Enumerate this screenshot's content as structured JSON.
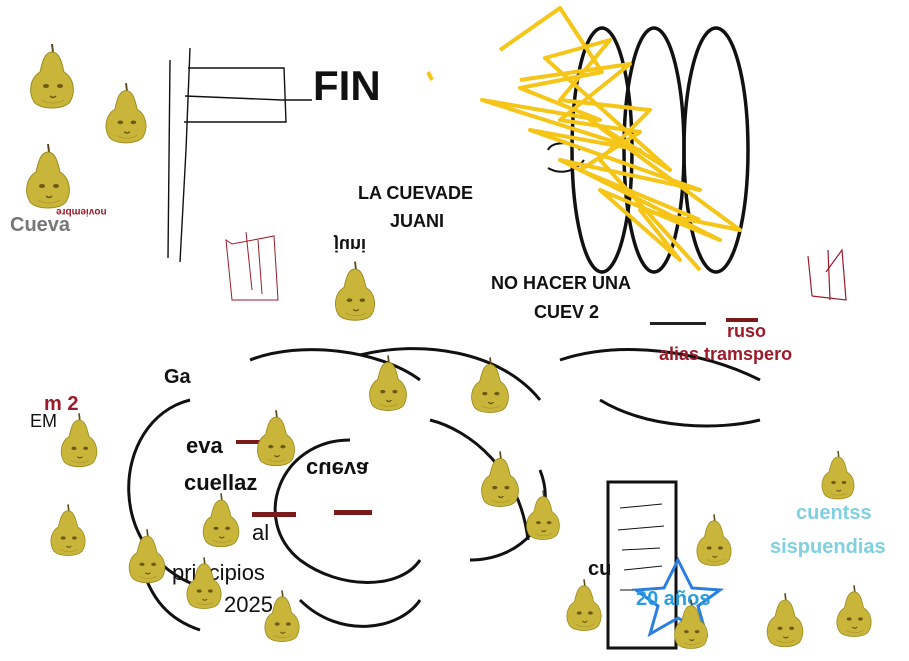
{
  "texts": {
    "fin": "FIN",
    "cueva_title_1": "LA CUEVADE",
    "cueva_title_2": "JUANI",
    "no_hacer_1": "NO HACER UNA",
    "no_hacer_2": "CUEV 2",
    "ruso": "ruso",
    "alias": "alias tramspero",
    "cuentss": "cuentss",
    "sispuendias": "sispuendias",
    "anos": "20 años",
    "noviembre_mirror": "noviembre",
    "cueva_left": "Cueva",
    "cueva_mirror": "cueva",
    "fragment_eva": "eva",
    "fragment_cuellaz": "cuellaz",
    "fragment_principios": "principios",
    "fragment_year": "2025",
    "fragment_m": "m 2",
    "fragment_ga": "Ga",
    "fragment_em": "EM",
    "fragment_al": "al",
    "fragment_cu": "cu",
    "fragment_juni": "juni"
  },
  "colors": {
    "pear_body": "#c9b53a",
    "pear_shadow": "#9c8a1f",
    "scribble_yellow": "#f5c518",
    "maroon": "#9b1b2a",
    "cyan_text": "#7fd0e0",
    "star_blue": "#2a7de1",
    "ink": "#111111"
  }
}
